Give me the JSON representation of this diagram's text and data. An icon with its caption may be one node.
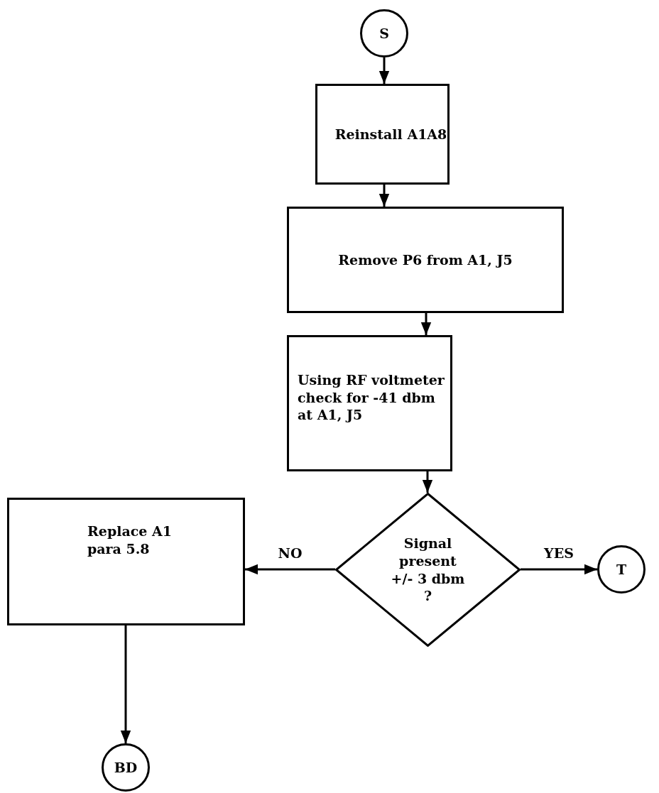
{
  "diagram": {
    "nodes": [
      {
        "text": [
          "S"
        ]
      },
      {
        "text": [
          "Reinstall A1A8"
        ]
      },
      {
        "text": [
          "Remove P6 from A1, J5"
        ]
      },
      {
        "text": [
          "Using RF voltmeter check for -41 dbm at A1, J5"
        ]
      },
      {
        "text": [
          "Signal present +/- 3 dbm ?"
        ]
      },
      {
        "text": [
          "T"
        ]
      },
      {
        "text": [
          "Replace A1 para 5.8"
        ]
      },
      {
        "text": [
          "BD"
        ]
      }
    ],
    "edges": [
      {
        "from": 0,
        "to": 1,
        "arrow": "to"
      },
      {
        "from": 1,
        "to": 2,
        "arrow": "to"
      },
      {
        "from": 2,
        "to": 3,
        "arrow": "to"
      },
      {
        "from": 3,
        "to": 4,
        "arrow": "to"
      },
      {
        "from": 4,
        "to": 6,
        "arrow": "to",
        "label": "NO"
      },
      {
        "from": 4,
        "to": 5,
        "arrow": "to",
        "label": "YES"
      },
      {
        "from": 6,
        "to": 7,
        "arrow": "to"
      }
    ]
  }
}
